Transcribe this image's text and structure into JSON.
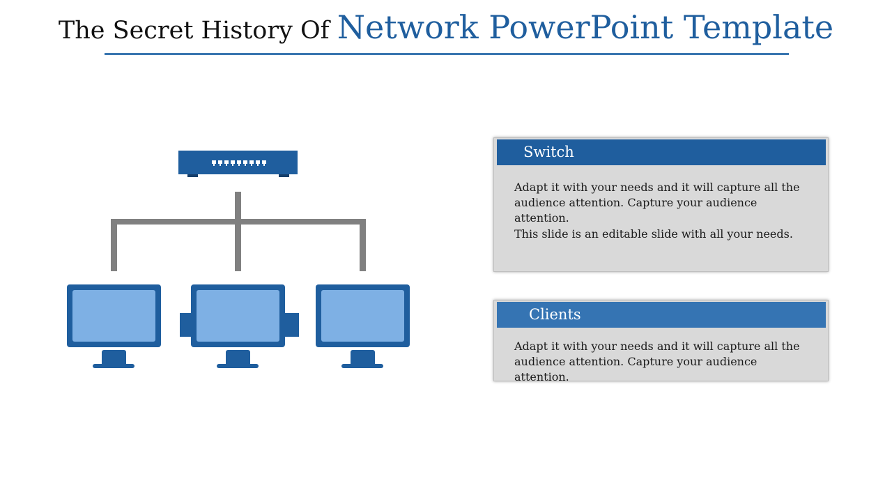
{
  "title": {
    "part1": "The Secret History Of ",
    "part2": "Network PowerPoint Template"
  },
  "diagram": {
    "switch_icon": "network-switch-icon",
    "client_icon": "monitor-icon",
    "client_count": 3
  },
  "cards": {
    "switch": {
      "header": "Switch",
      "paragraph1": "Adapt it with your needs and it will capture all the audience attention. Capture your audience attention.",
      "paragraph2": "This slide is an editable slide with all your needs."
    },
    "clients": {
      "header": "Clients",
      "paragraph1": "Adapt it with your needs and it will capture all the audience attention. Capture your audience attention."
    }
  },
  "colors": {
    "title_accent": "#1f5e9e",
    "switch_header": "#1f5e9e",
    "clients_header": "#3574b3",
    "card_body": "#d9d9d9",
    "wire": "#808080",
    "monitor_screen": "#7eb0e4"
  }
}
